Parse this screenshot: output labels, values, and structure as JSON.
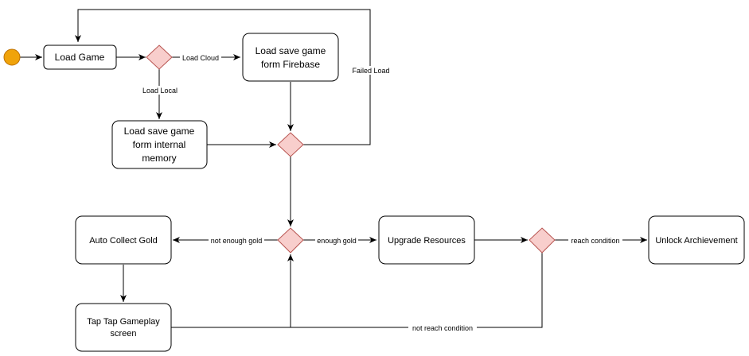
{
  "nodes": {
    "load_game": "Load Game",
    "load_firebase": [
      "Load save game",
      "form Firebase"
    ],
    "load_internal": [
      "Load save game",
      "form internal",
      "memory"
    ],
    "auto_collect": "Auto Collect Gold",
    "upgrade": "Upgrade Resources",
    "unlock": "Unlock Archievement",
    "tap_tap": [
      "Tap Tap Gameplay",
      "screen"
    ]
  },
  "edges": {
    "load_cloud": "Load Cloud",
    "load_local": "Load Local",
    "failed_load": "Failed Load",
    "not_enough_gold": "not enough gold",
    "enough_gold": "enough gold",
    "reach_condition": "reach condition",
    "not_reach_condition": "not reach condition"
  },
  "colors": {
    "start": "#f0a30a",
    "decision_fill": "#f8cecc",
    "decision_stroke": "#b85450"
  }
}
